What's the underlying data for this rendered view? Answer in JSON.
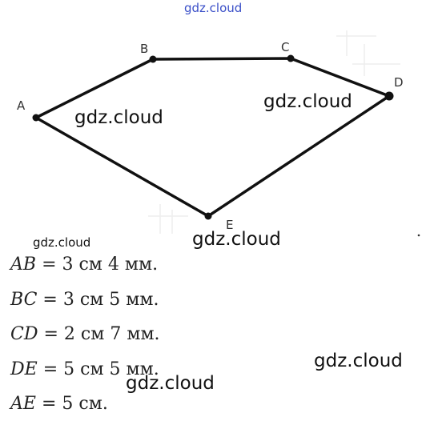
{
  "watermark": {
    "text": "gdz.cloud"
  },
  "figure": {
    "stroke_color": "#111111",
    "vertices": [
      {
        "label": "A"
      },
      {
        "label": "B"
      },
      {
        "label": "C"
      },
      {
        "label": "D"
      },
      {
        "label": "E"
      }
    ]
  },
  "measurements": [
    {
      "segment": "AB",
      "equals": "=",
      "value": "3 см 4 мм."
    },
    {
      "segment": "BC",
      "equals": "=",
      "value": "3 см 5 мм."
    },
    {
      "segment": "CD",
      "equals": "=",
      "value": "2 см 7 мм."
    },
    {
      "segment": "DE",
      "equals": "=",
      "value": "5 см 5 мм."
    },
    {
      "segment": "AE",
      "equals": "=",
      "value": "5 см."
    }
  ]
}
